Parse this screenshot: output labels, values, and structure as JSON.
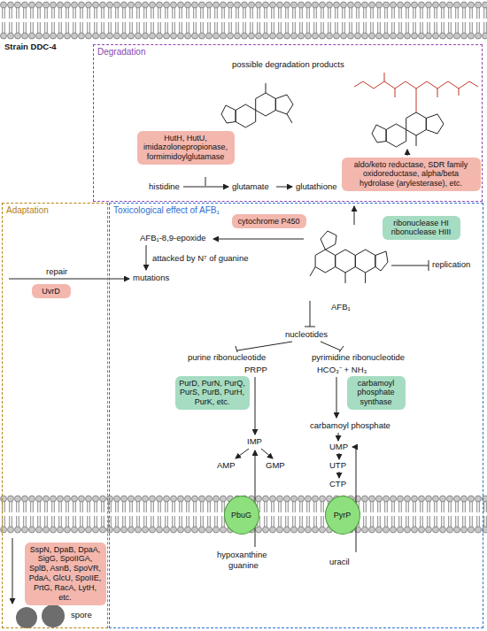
{
  "diagram": {
    "nodes": [
      {
        "text": [
          "Degradation"
        ]
      },
      {
        "text": [
          "HutH, HutU, imidazolonepropionase, formimidoylglutamase"
        ],
        "in": 0
      },
      {
        "text": [
          "aldo/keto reductase, SDR family oxidoreductase, alpha/beta hydrolase (arylesterase), etc."
        ],
        "in": 0
      },
      {
        "text": [
          "Adaptation"
        ]
      },
      {
        "text": [
          "UvrD"
        ],
        "in": 3
      },
      {
        "text": [
          "SspN, DpaB, DpaA, SigG, SpoIIGA, SplB, AsnB, SpoVR, PdaA, GlcU, SpoIIE, PrtG, RacA, LytH, etc."
        ],
        "in": 3
      },
      {
        "text": [
          "Toxicological effect of AFB₁"
        ]
      },
      {
        "text": [
          "cytochrome P450"
        ],
        "in": 6
      },
      {
        "text": [
          "ribonuclease HI ribonuclease HIII"
        ],
        "in": 6
      },
      {
        "text": [
          "PurD, PurN, PurQ, PurS, PurB, PurH, PurK, etc."
        ],
        "in": 6
      },
      {
        "text": [
          "carbamoyl phosphate synthase"
        ],
        "in": 6
      },
      {
        "text": [
          "PbuG"
        ],
        "in": 6
      },
      {
        "text": [
          "PyrP"
        ],
        "in": 6
      }
    ],
    "labels": [
      "Strain DDC-4",
      "possible degradation products",
      "histidine",
      "glutamate",
      "glutathione",
      "AFB₁-8,9-epoxide",
      "AFB₁",
      "replication",
      "repair",
      "attacked by N⁷ of guanine",
      "mutations",
      "nucleotides",
      "purine ribonucleotide",
      "pyrimidine ribonucleotide",
      "PRPP",
      "HCO₃⁻ + NH₃",
      "carbamoyl phosphate",
      "IMP",
      "AMP",
      "GMP",
      "UMP",
      "UTP",
      "CTP",
      "hypoxanthine",
      "guanine",
      "uracil",
      "spore"
    ]
  }
}
